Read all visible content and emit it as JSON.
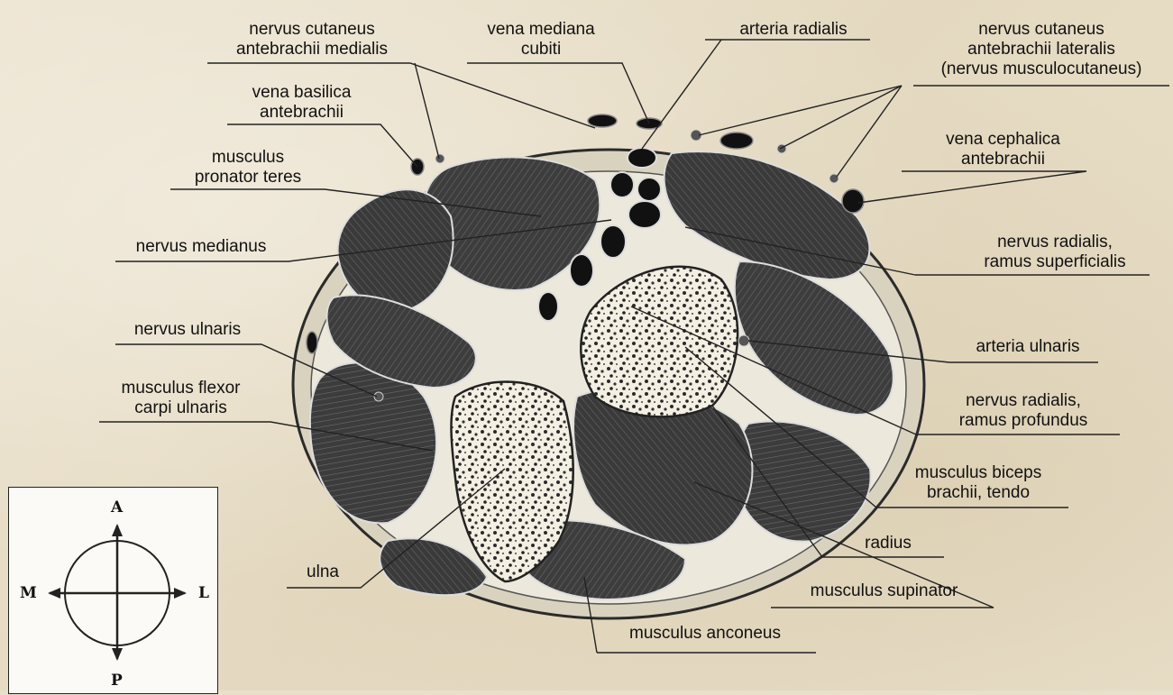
{
  "labels": {
    "cut_ab_medialis": [
      "nervus cutaneus",
      "antebrachii medialis"
    ],
    "vena_mediana": [
      "vena mediana",
      "cubiti"
    ],
    "arteria_radialis": [
      "arteria radialis"
    ],
    "cut_ab_lateralis": [
      "nervus cutaneus",
      "antebrachii lateralis",
      "(nervus musculocutaneus)"
    ],
    "vena_basilica": [
      "vena basilica",
      "antebrachii"
    ],
    "pronator_teres": [
      "musculus",
      "pronator teres"
    ],
    "vena_cephalica": [
      "vena cephalica",
      "antebrachii"
    ],
    "nervus_medianus": [
      "nervus medianus"
    ],
    "radialis_superficialis": [
      "nervus radialis,",
      "ramus superficialis"
    ],
    "nervus_ulnaris": [
      "nervus ulnaris"
    ],
    "arteria_ulnaris": [
      "arteria ulnaris"
    ],
    "flexor_carpi_ulnaris": [
      "musculus flexor",
      "carpi ulnaris"
    ],
    "radialis_profundus": [
      "nervus radialis,",
      "ramus profundus"
    ],
    "biceps_tendo": [
      "musculus biceps",
      "brachii, tendo"
    ],
    "radius": [
      "radius"
    ],
    "ulna": [
      "ulna"
    ],
    "supinator": [
      "musculus supinator"
    ],
    "anconeus": [
      "musculus anconeus"
    ]
  },
  "compass": {
    "anterior": "A",
    "posterior": "P",
    "medial": "M",
    "lateral": "L"
  }
}
